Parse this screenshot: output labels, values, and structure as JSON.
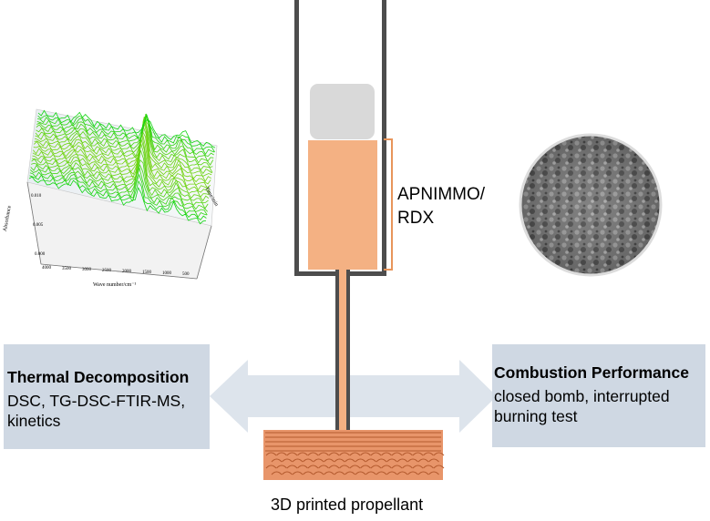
{
  "left_panel": {
    "title": "Thermal Decomposition",
    "line1": "DSC, TG-DSC-FTIR-MS,",
    "line2": "kinetics"
  },
  "right_panel": {
    "title": "Combustion Performance",
    "line1": "closed bomb, interrupted",
    "line2": "burning test"
  },
  "syringe_label": {
    "line1": "APNIMMO/",
    "line2": "RDX"
  },
  "caption": "3D printed propellant",
  "ftir_plot": {
    "y_label": "Absorbance",
    "x_label": "Wave number/cm⁻¹",
    "x_ticks": [
      "4000",
      "3500",
      "3000",
      "2500",
      "2000",
      "1500",
      "1000",
      "500"
    ],
    "y_ticks": [
      "0.010",
      "0.005",
      "0.000"
    ],
    "z_label": "Time/min"
  },
  "colors": {
    "panel": "#cfd8e3",
    "arrow": "#dde4ec",
    "propellant": "#f4b183",
    "plunger": "#d9d9d9",
    "print": "#e8956a"
  }
}
